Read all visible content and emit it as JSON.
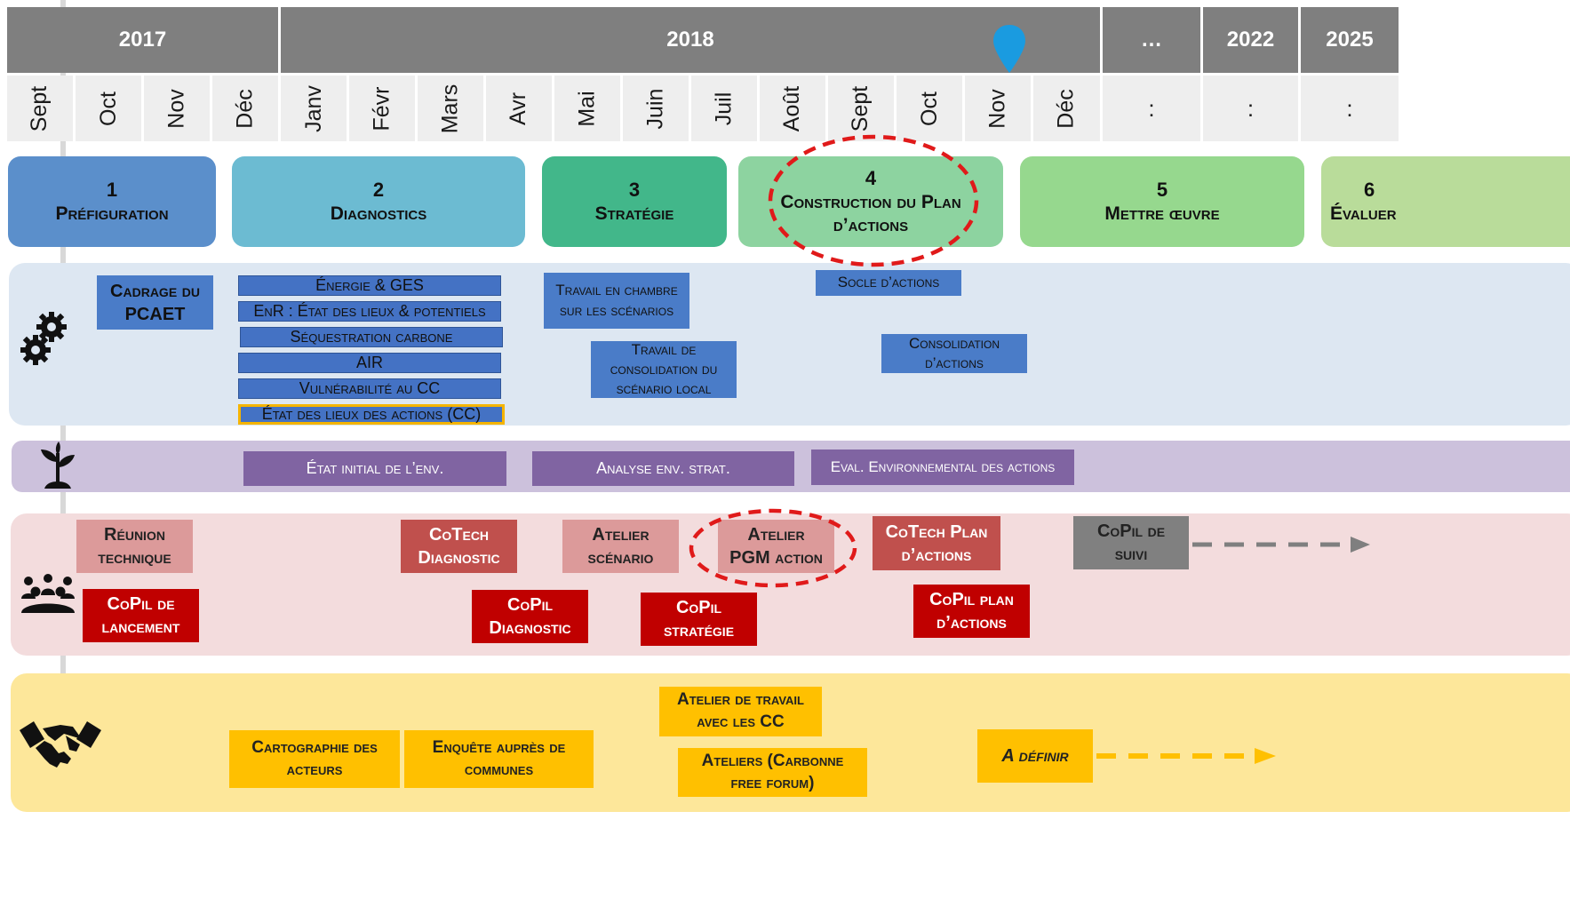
{
  "timeline": {
    "years": [
      "2017",
      "2018",
      "…",
      "2022",
      "2025"
    ],
    "months": [
      "Sept",
      "Oct",
      "Nov",
      "Déc",
      "Janv",
      "Févr",
      "Mars",
      "Avr",
      "Mai",
      "Juin",
      "Juil",
      "Août",
      "Sept",
      "Oct",
      "Nov",
      "Déc"
    ],
    "ellipsis": [
      ":",
      ":",
      ":"
    ]
  },
  "phases": [
    {
      "num": "1",
      "label": "Préfiguration"
    },
    {
      "num": "2",
      "label": "Diagnostics"
    },
    {
      "num": "3",
      "label": "Stratégie"
    },
    {
      "num": "4",
      "label": "Construction du Plan d’actions"
    },
    {
      "num": "5",
      "label": "Mettre œuvre"
    },
    {
      "num": "6",
      "label": "Évaluer"
    }
  ],
  "technical": {
    "cadrage": "Cadrage du PCAET",
    "diagnostics": [
      "Énergie & GES",
      "EnR : État des lieux & potentiels",
      "Séquestration carbone",
      "AIR",
      "Vulnérabilité au CC",
      "État des lieux des actions (CC)"
    ],
    "travail_chambre": "Travail en chambre sur les scénarios",
    "travail_consolidation": "Travail de consolidation du scénario local",
    "socle": "Socle d’actions",
    "consolidation": "Consolidation d’actions"
  },
  "environment": {
    "etat_initial": "État initial de l’env.",
    "analyse": "Analyse env. strat.",
    "eval": "Eval. Environnemental des actions"
  },
  "governance": {
    "reunion": "Réunion technique",
    "copil_lancement": "CoPil de lancement",
    "cotech_diag": "CoTech Diagnostic",
    "copil_diag": "CoPil Diagnostic",
    "atelier_scenario": "Atelier scénario",
    "copil_strategie": "CoPil stratégie",
    "atelier_pgm": "Atelier PGM action",
    "cotech_plan": "CoTech Plan d’actions",
    "copil_plan": "CoPil plan d’actions",
    "copil_suivi": "CoPil de suivi"
  },
  "concertation": {
    "cartographie": "Cartographie des acteurs",
    "enquete": "Enquête auprès de communes",
    "atelier_cc": "Atelier de travail avec les CC",
    "ateliers_carbonne": "Ateliers (Carbonne free forum)",
    "a_definir": "A définir"
  },
  "colors": {
    "header_grey": "#7f7f7f",
    "marker_blue": "#1a9be0",
    "highlight_red": "#e01a1a",
    "highlight_gold": "#f5b400"
  },
  "icons": [
    "gears-icon",
    "plant-icon",
    "people-group-icon",
    "handshake-icon",
    "map-pin-icon"
  ]
}
